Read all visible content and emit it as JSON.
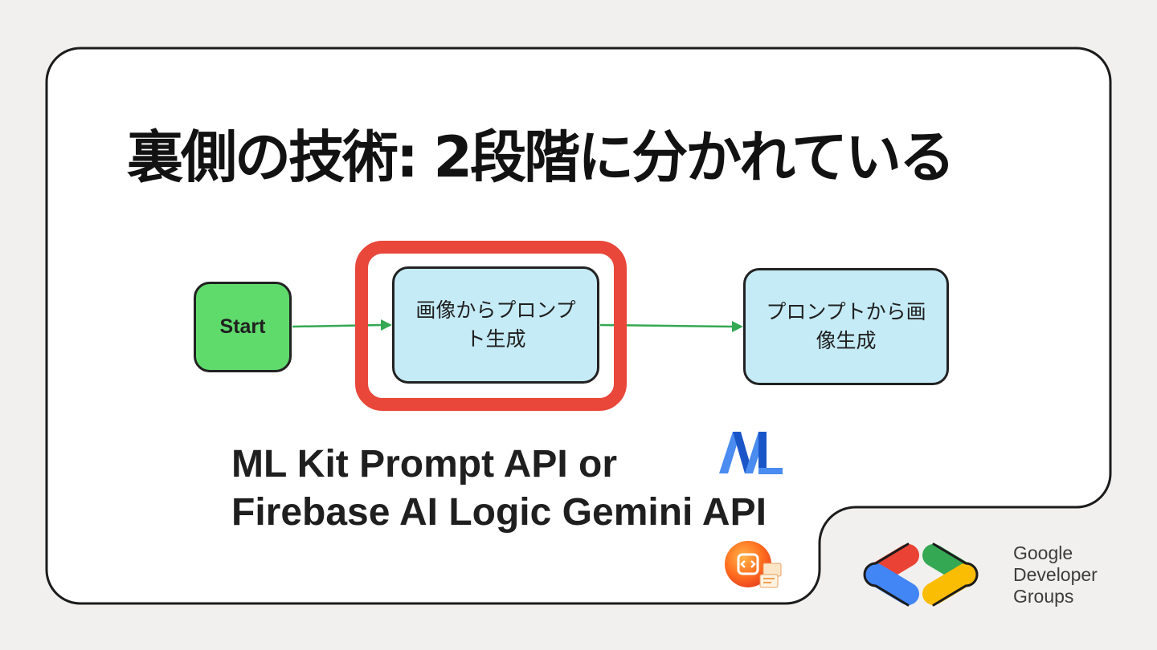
{
  "slide": {
    "title": "裏側の技術: 2段階に分かれている"
  },
  "flow": {
    "start_label": "Start",
    "step1_label": "画像からプロンプト生成",
    "step2_label": "プロンプトから画像生成"
  },
  "api": {
    "line1": "ML Kit Prompt API or",
    "line2": "Firebase AI Logic Gemini API"
  },
  "gdg": {
    "line1": "Google",
    "line2": "Developer",
    "line3": "Groups"
  },
  "icons": {
    "ml_kit": "ml-kit-logo-icon",
    "firebase_ai": "firebase-ai-logic-icon",
    "gdg": "gdg-brackets-logo-icon"
  },
  "colors": {
    "highlight": "#e8473a",
    "start_fill": "#5fdb6c",
    "step_fill": "#c5ebf6",
    "arrow": "#34a853",
    "gdg_red": "#ea4335",
    "gdg_blue": "#4285f4",
    "gdg_green": "#34a853",
    "gdg_yellow": "#fbbc04"
  }
}
